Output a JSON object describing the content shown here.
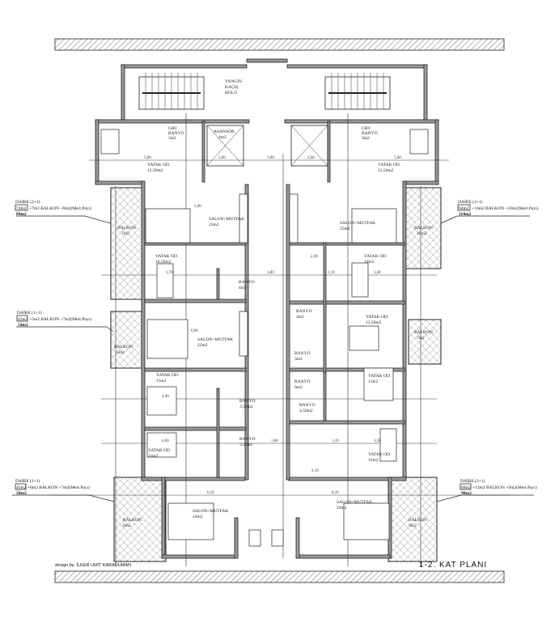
{
  "title": "1-2. KAT PLANI",
  "designer": "design by: İLKER UMİT KARADUMAN",
  "core": {
    "fire_escape": [
      "YANGIN",
      "KAÇIŞ",
      "HOLÜ"
    ],
    "elevator": [
      "ASANSÖR",
      "4m2"
    ]
  },
  "rooms": {
    "grv_left": [
      "GRV",
      "BANYO",
      "3m2"
    ],
    "grv_right": [
      "GRV",
      "BANYO",
      "3m2"
    ],
    "bed_tl": [
      "YATAK OD.",
      "12,50m2"
    ],
    "bed_tr": [
      "YATAK OD.",
      "12,50m2"
    ],
    "salon_tl": [
      "SALON+MUTFAK",
      "25m2"
    ],
    "salon_tr": [
      "SALON+MUTFAK",
      "25m2"
    ],
    "bed_l2": [
      "YATAK OD.",
      "10,50m2"
    ],
    "bed_r2": [
      "YATAK OD.",
      "10m2"
    ],
    "banyo_l2": [
      "BANYO",
      "4m2"
    ],
    "banyo_r2": [
      "BANYO",
      "4m2"
    ],
    "bed_r3": [
      "YATAK OD.",
      "13,50m2"
    ],
    "salon_l3": [
      "SALON+MUTFAK",
      "22m2"
    ],
    "banyo_r3": [
      "BANYO",
      "3m2"
    ],
    "bed_l4": [
      "YATAK OD.",
      "11m2"
    ],
    "banyo_r4": [
      "BANYO",
      "6m2"
    ],
    "bed_r4": [
      "YATAK OD.",
      "13m2"
    ],
    "banyo_r5": [
      "BANYO",
      "4,50m2"
    ],
    "banyo_l5a": [
      "BANYO",
      "3,50m2"
    ],
    "banyo_l5b": [
      "BANYO",
      "3,50m2"
    ],
    "bed_l6": [
      "YATAK OD.",
      "11m2"
    ],
    "bed_r6": [
      "YATAK OD.",
      "10m2"
    ],
    "salon_bl": [
      "SALON+MUTFAK",
      "24m2"
    ],
    "salon_br": [
      "SALON+MUTFAK",
      "24m2"
    ],
    "balkon_tl": [
      "BALKON",
      "7m2"
    ],
    "balkon_tr": [
      "BALKON",
      "10m2"
    ],
    "balkon_ml": [
      "BALKON",
      "5m2"
    ],
    "balkon_mr": [
      "BALKON",
      "7m2"
    ],
    "balkon_bl": [
      "BALKON",
      "6m2"
    ],
    "balkon_br": [
      "BALKON",
      "9m2"
    ]
  },
  "units": [
    {
      "title": "DAİRE (2+1)",
      "net": "74m2",
      "detail": "+7m2 BALKON +8m2(Mert.Payı)",
      "total": "89m2"
    },
    {
      "title": "DAİRE (3+1)",
      "net": "94m2",
      "detail": "+10m2 BALKON +10m2(Mert.Payı)",
      "total": "114m2"
    },
    {
      "title": "DAİRE (1+1)",
      "net": "42m2",
      "detail": "+5m2 BALKON +7m2(Mert.Payı)",
      "total": "54m2"
    },
    {
      "title": "DAİRE (1+1)",
      "net": "45m2",
      "detail": "+6m2 BALKON +7m2(Mert.Payı)",
      "total": "58m2"
    },
    {
      "title": "DAİRE (2+1)",
      "net": "68m2",
      "detail": "+13m2 BALKON +9m2(Mert.Payı)",
      "total": "90m2"
    }
  ],
  "dimensions": {
    "d1": "5,60",
    "d2": "2,60",
    "d3": "1,60",
    "d4": "2,60",
    "d5": "5,60",
    "d6": "3,70",
    "d7": "1,80",
    "d8": "1,10",
    "d9": "3,40",
    "d10": "2,30",
    "d11": "6,00",
    "d12": "4,00",
    "d13": "4,00",
    "d14": "1,80",
    "d15": "1,10",
    "d16": "3,50",
    "d17": "2,10",
    "d18": "6,50",
    "d19": "6,10",
    "d20": "5,90"
  },
  "colors": {
    "wall": "#9a9a9a",
    "line": "#222222"
  }
}
